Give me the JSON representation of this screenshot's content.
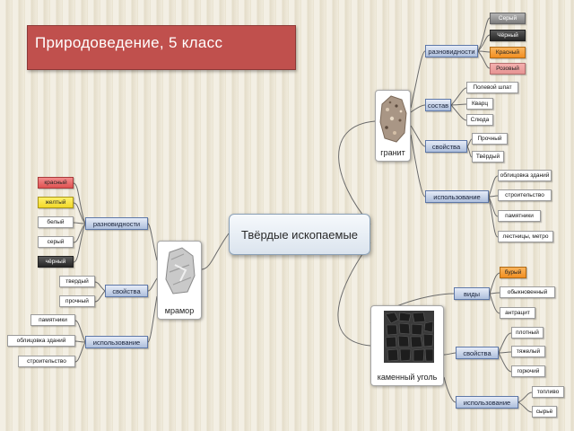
{
  "title": "Природоведение, 5 класс",
  "center": "Твёрдые ископаемые",
  "granite": {
    "caption": "гранит",
    "groups": [
      {
        "label": "разновидности",
        "items": [
          "Серый",
          "Чёрный",
          "Красный",
          "Розовый"
        ]
      },
      {
        "label": "состав",
        "items": [
          "Полевой шпат",
          "Кварц",
          "Слюда"
        ]
      },
      {
        "label": "свойства",
        "items": [
          "Прочный",
          "Твёрдый"
        ]
      },
      {
        "label": "использование",
        "items": [
          "облицовка зданий",
          "строительство",
          "памятники",
          "лестницы, метро"
        ]
      }
    ]
  },
  "marble": {
    "caption": "мрамор",
    "groups": [
      {
        "label": "разновидности",
        "items": [
          "красный",
          "желтый",
          "белый",
          "серый",
          "чёрный"
        ]
      },
      {
        "label": "свойства",
        "items": [
          "твердый",
          "прочный"
        ]
      },
      {
        "label": "использование",
        "items": [
          "памятники",
          "облицовка зданий",
          "строительство"
        ]
      }
    ]
  },
  "coal": {
    "caption": "каменный уголь",
    "groups": [
      {
        "label": "виды",
        "items": [
          "бурый",
          "обыкновенный",
          "антрацит"
        ]
      },
      {
        "label": "свойства",
        "items": [
          "плотный",
          "тяжелый",
          "горючий"
        ]
      },
      {
        "label": "использование",
        "items": [
          "топливо",
          "сырьё"
        ]
      }
    ]
  },
  "colors": {
    "title_bg": "#c0504d",
    "category_border": "#5e78a8",
    "connector": "#666666"
  },
  "icons": [
    "granite-photo",
    "marble-photo",
    "coal-photo"
  ]
}
